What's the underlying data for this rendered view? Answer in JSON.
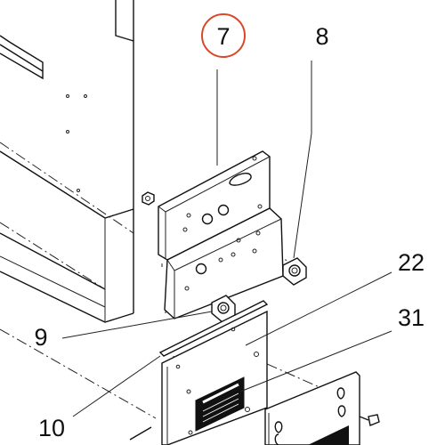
{
  "callouts": {
    "c7": "7",
    "c8": "8",
    "c9": "9",
    "c10": "10",
    "c22": "22",
    "c31": "31"
  },
  "colors": {
    "highlight_circle": "#d9482b",
    "line": "#111111",
    "background": "#ffffff"
  },
  "highlighted_callout": "7"
}
